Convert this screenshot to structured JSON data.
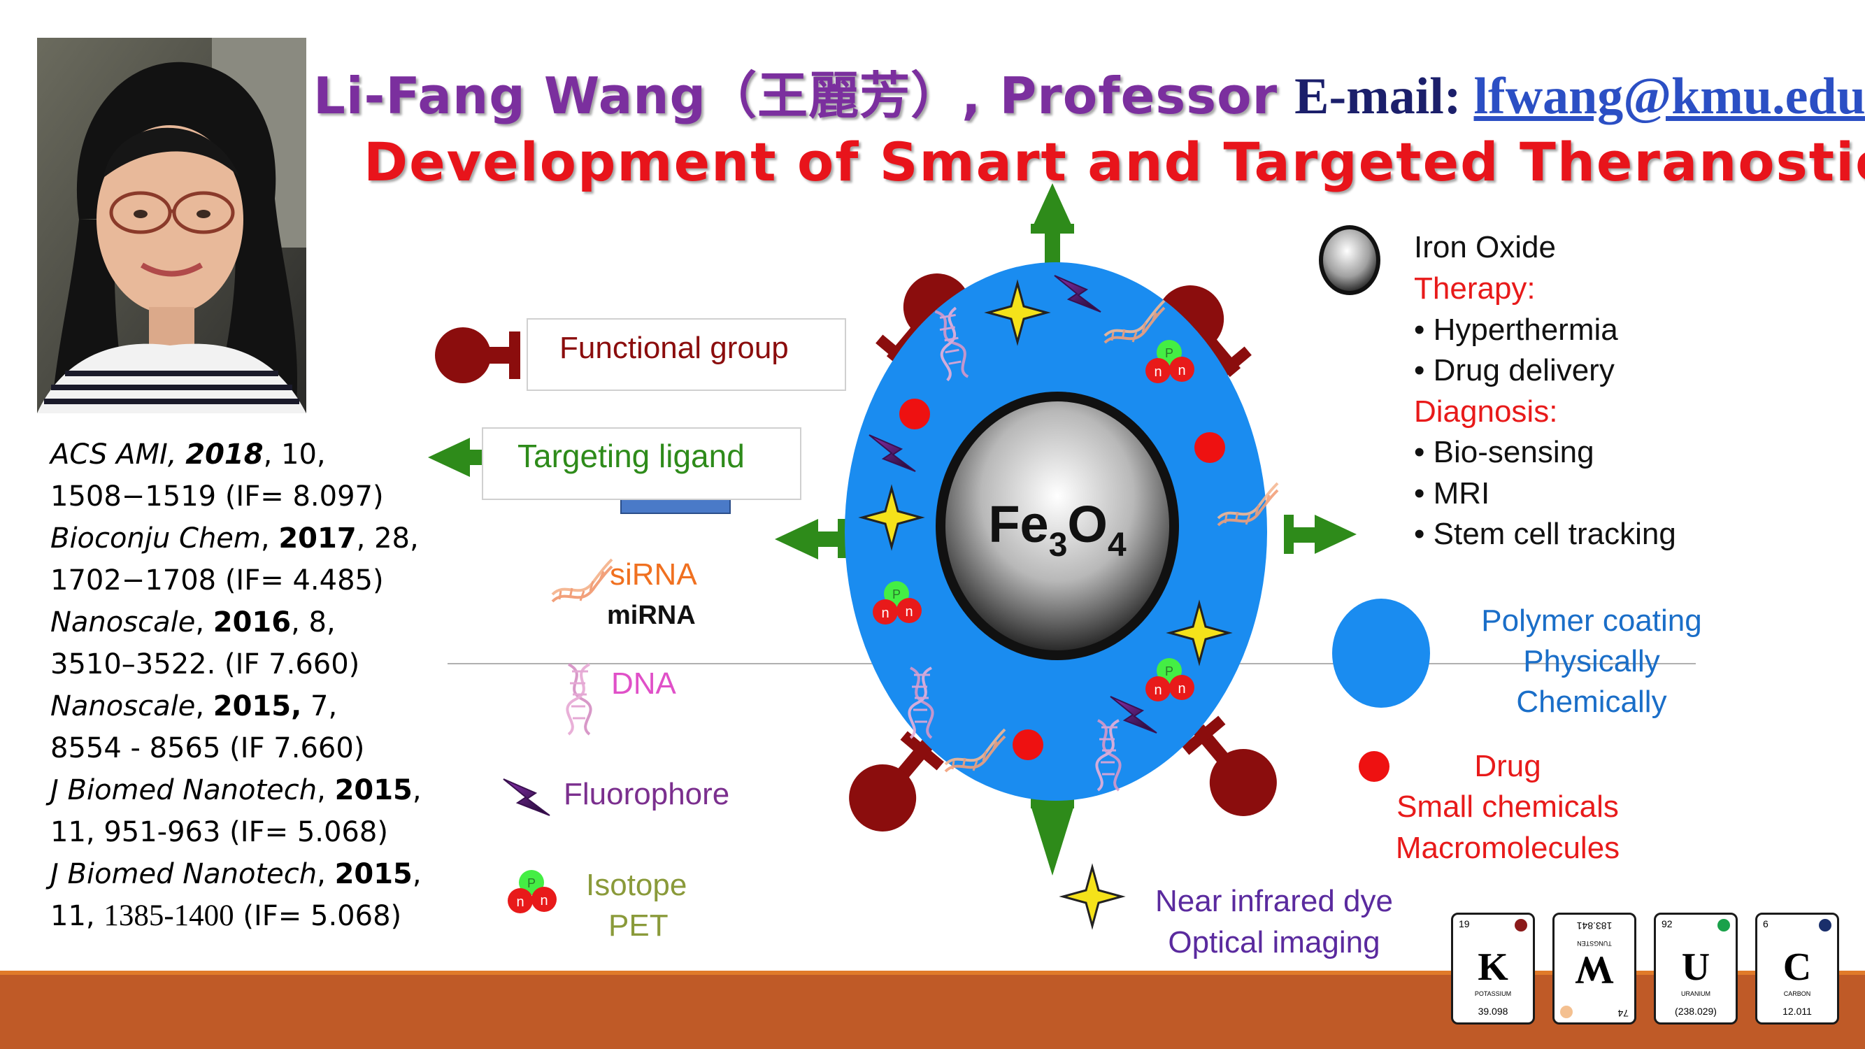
{
  "header": {
    "name": "Li-Fang Wang（王麗芳）, Professor",
    "email_label": "E-mail:",
    "email": "lfwang@kmu.edu.tw",
    "title": "Development of Smart and Targeted Theranostics"
  },
  "references": [
    {
      "journal": "ACS AMI,",
      "year": "2018",
      "rest1": ", 10,",
      "line2": "1508−1519 (IF= 8.097)"
    },
    {
      "journal": "Bioconju Chem",
      "year": "2017",
      "rest1": ", 28,",
      "line2": "1702−1708 (IF= 4.485)"
    },
    {
      "journal": "Nanoscale",
      "year": "2016",
      "rest1": ", 8,",
      "line2": "3510–3522. (IF 7.660)"
    },
    {
      "journal": "Nanoscale",
      "year": "2015,",
      "rest1": " 7,",
      "line2": "8554 - 8565 (IF 7.660)"
    },
    {
      "journal": "J Biomed Nanotech",
      "year": "2015",
      "rest1": ",",
      "line2": "11, 951-963 (IF= 5.068)"
    },
    {
      "journal": "J Biomed Nanotech",
      "year": "2015",
      "rest1": ",",
      "line2_a": "11, ",
      "line2_b": "1385-1400",
      "line2_c": " (IF= 5.068)"
    }
  ],
  "legend_left": {
    "functional_group": "Functional group",
    "targeting_ligand": "Targeting ligand",
    "sirna": "siRNA",
    "mirna": "miRNA",
    "dna": "DNA",
    "fluorophore": "Fluorophore",
    "isotope": "Isotope",
    "pet": "PET",
    "p": "P",
    "n": "n"
  },
  "core": {
    "fe": "Fe",
    "sub3": "3",
    "o": "O",
    "sub4": "4"
  },
  "legend_right": {
    "iron_oxide": "Iron Oxide",
    "therapy": "Therapy:",
    "hyperthermia": "• Hyperthermia",
    "drug_delivery": "• Drug delivery",
    "diagnosis": "Diagnosis:",
    "bio_sensing": "• Bio-sensing",
    "mri": "• MRI",
    "stem_cell": "• Stem cell tracking",
    "polymer_coating": "Polymer coating",
    "physically": "Physically",
    "chemically": "Chemically",
    "drug": "Drug",
    "small_chemicals": "Small chemicals",
    "macromolecules": "Macromolecules",
    "nir_dye": "Near infrared dye",
    "optical_imaging": "Optical imaging"
  },
  "elements": [
    {
      "num": "19",
      "sym": "K",
      "name": "POTASSIUM",
      "mass": "39.098",
      "dot": "#8b1a1a",
      "flipped": false
    },
    {
      "num": "74",
      "sym": "W",
      "name": "TUNGSTEN",
      "mass": "183.841",
      "dot": "#f4c090",
      "flipped": true
    },
    {
      "num": "92",
      "sym": "U",
      "name": "URANIUM",
      "mass": "(238.029)",
      "dot": "#1aa14a",
      "flipped": false
    },
    {
      "num": "6",
      "sym": "C",
      "name": "CARBON",
      "mass": "12.011",
      "dot": "#1a2f6b",
      "flipped": false
    }
  ],
  "colors": {
    "name": "#7b2f9e",
    "title": "#e8141b",
    "coating": "#1a8cf0",
    "ligand": "#2e8b1a",
    "functional": "#8b0d0d",
    "drug": "#ee1111",
    "band": "#bf5a27"
  }
}
